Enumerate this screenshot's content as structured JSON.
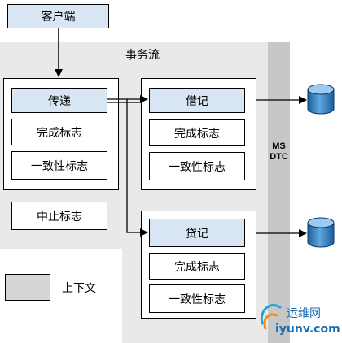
{
  "client": {
    "label": "客户端"
  },
  "flow": {
    "label": "事务流"
  },
  "pass": {
    "title": "传递",
    "complete": "完成标志",
    "consistent": "一致性标志"
  },
  "abort": {
    "label": "中止标志"
  },
  "debit": {
    "title": "借记",
    "complete": "完成标志",
    "consistent": "一致性标志"
  },
  "credit": {
    "title": "贷记",
    "complete": "完成标志",
    "consistent": "一致性标志"
  },
  "msdtc": {
    "line1": "MS",
    "line2": "DTC"
  },
  "legend": {
    "label": "上下文"
  },
  "watermark": {
    "name": "运维网",
    "url": "iyunv.com"
  },
  "colors": {
    "object_fill": "#d8e6f4",
    "region_fill": "#e9e9e9",
    "dtc_bar": "#c7c7c7",
    "database": "#2f7fc4"
  }
}
